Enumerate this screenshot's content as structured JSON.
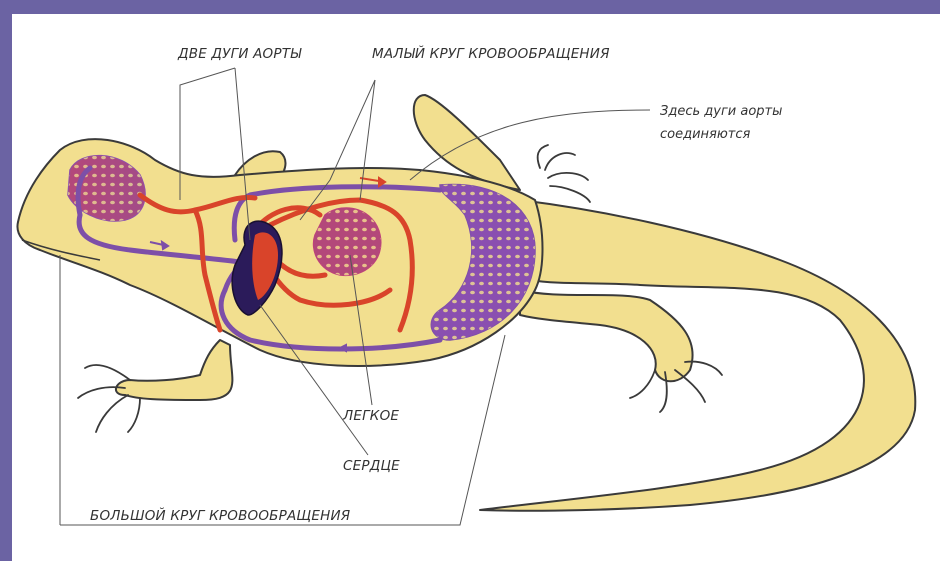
{
  "labels": {
    "aortic_arches": "ДВЕ ДУГИ АОРТЫ",
    "pulmonary_circulation": "МАЛЫЙ КРУГ КРОВООБРАЩЕНИЯ",
    "arches_join_line1": "Здесь дуги аорты",
    "arches_join_line2": "соединяются",
    "lung": "ЛЕГКОЕ",
    "heart": "СЕРДЦЕ",
    "systemic_circulation": "БОЛЬШОЙ КРУГ КРОВООБРАЩЕНИЯ"
  },
  "colors": {
    "frame": "#6b63a3",
    "body": "#f2df8f",
    "outline": "#3a3a3a",
    "arterial": "#d9442a",
    "venous": "#7d4fa8",
    "heart_dark": "#2b1b5a"
  }
}
